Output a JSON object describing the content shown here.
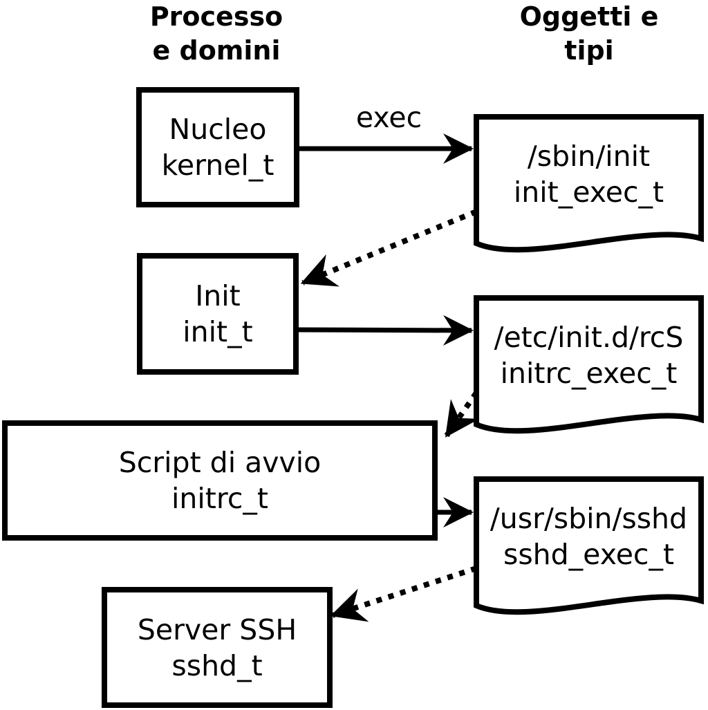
{
  "headers": {
    "left": "Processo\ne domini",
    "right": "Oggetti e\ntipi"
  },
  "processes": [
    {
      "label": "Nucleo",
      "type": "kernel_t"
    },
    {
      "label": "Init",
      "type": "init_t"
    },
    {
      "label": "Script di avvio",
      "type": "initrc_t"
    },
    {
      "label": "Server SSH",
      "type": "sshd_t"
    }
  ],
  "objects": [
    {
      "label": "/sbin/init",
      "type": "init_exec_t"
    },
    {
      "label": "/etc/init.d/rcS",
      "type": "initrc_exec_t"
    },
    {
      "label": "/usr/sbin/sshd",
      "type": "sshd_exec_t"
    }
  ],
  "arrows": {
    "exec_label": "exec",
    "exec_arrows": [
      {
        "from": "kernel_t",
        "to": "init_exec_t",
        "label": "exec"
      },
      {
        "from": "init_t",
        "to": "initrc_exec_t",
        "label": ""
      },
      {
        "from": "initrc_t",
        "to": "sshd_exec_t",
        "label": ""
      }
    ],
    "domain_transitions": [
      {
        "from": "init_exec_t",
        "to": "init_t"
      },
      {
        "from": "initrc_exec_t",
        "to": "initrc_t"
      },
      {
        "from": "sshd_exec_t",
        "to": "sshd_t"
      }
    ]
  },
  "colors": {
    "ink": "#000000",
    "background": "#ffffff"
  }
}
